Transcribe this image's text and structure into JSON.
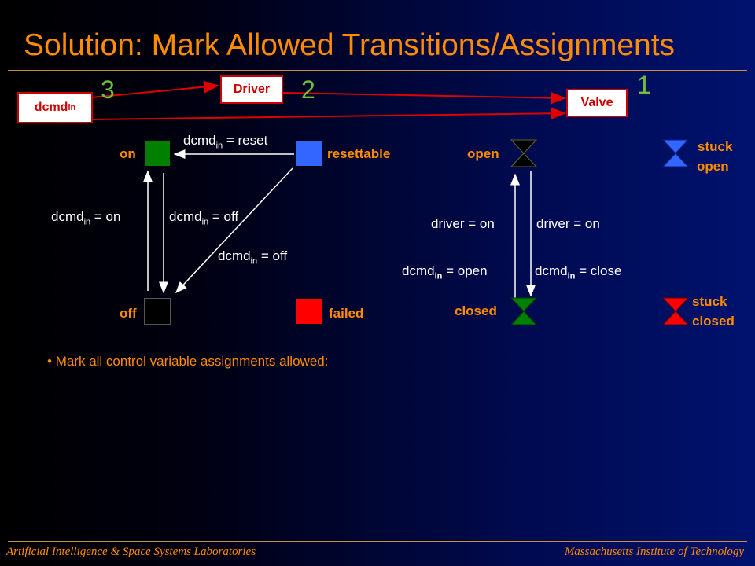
{
  "title": "Solution: Mark Allowed Transitions/Assignments",
  "components": {
    "dcmd": {
      "base": "dcmd",
      "sub": "in"
    },
    "driver": "Driver",
    "valve": "Valve",
    "num_dcmd": "3",
    "num_driver": "2",
    "num_valve": "1"
  },
  "driver_states": {
    "on": "on",
    "resettable": "resettable",
    "off": "off",
    "failed": "failed"
  },
  "driver_transitions": {
    "reset": {
      "var": "dcmd",
      "sub": "in",
      "rest": " = reset"
    },
    "to_on": {
      "var": "dcmd",
      "sub": "in",
      "rest": " = on"
    },
    "to_off": {
      "var": "dcmd",
      "sub": "in",
      "rest": " = off"
    },
    "res_off": {
      "var": "dcmd",
      "sub": "in",
      "rest": " = off"
    }
  },
  "valve_states": {
    "open": "open",
    "closed": "closed",
    "stuck_open_1": "stuck",
    "stuck_open_2": "open",
    "stuck_closed_1": "stuck",
    "stuck_closed_2": "closed"
  },
  "valve_transitions": {
    "driver_on_left": "driver = on",
    "driver_on_right": "driver = on",
    "open_cmd": {
      "var": "dcmd",
      "sub": "in",
      "rest": " = open"
    },
    "close_cmd": {
      "var": "dcmd",
      "sub": "in",
      "rest": " = close"
    }
  },
  "bullets": [
    "Mark all control variable assignments allowed:"
  ],
  "footer": {
    "left": "Artificial Intelligence & Space Systems Laboratories",
    "right": "Massachusetts Institute of Technology"
  },
  "colors": {
    "accent": "#ff8c00",
    "box_border": "#cc0000",
    "on_state": "#008000",
    "resettable_state": "#3366ff",
    "off_state": "#000000",
    "failed_state": "#ff0000",
    "number": "#6fbf3a"
  }
}
